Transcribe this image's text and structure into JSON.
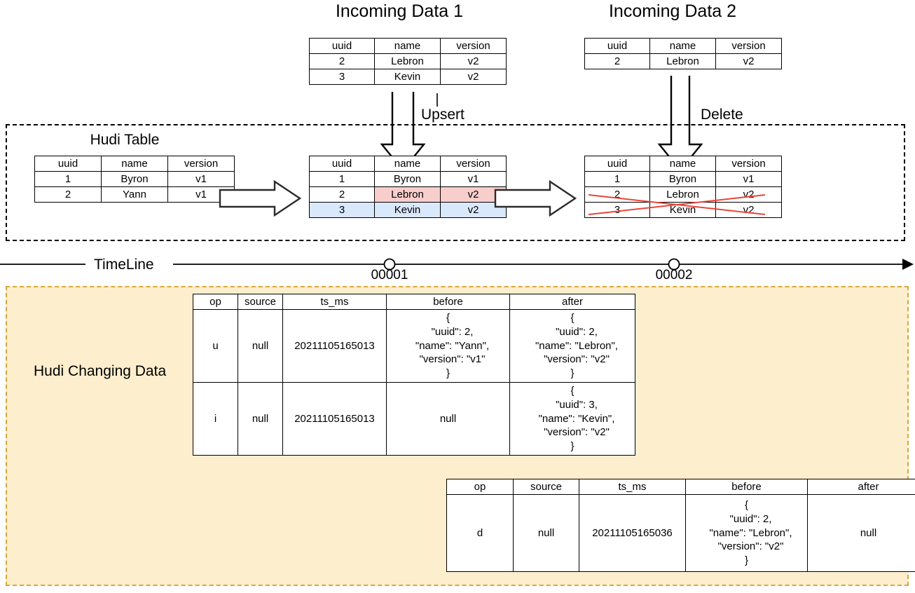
{
  "titles": {
    "incoming1": "Incoming Data 1",
    "incoming2": "Incoming Data 2",
    "hudi_table": "Hudi Table",
    "changing_data": "Hudi Changing Data",
    "timeline": "TimeLine"
  },
  "arrow_labels": {
    "upsert": "Upsert",
    "delete": "Delete"
  },
  "record_columns": [
    "uuid",
    "name",
    "version"
  ],
  "incoming1_rows": [
    [
      "2",
      "Lebron",
      "v2"
    ],
    [
      "3",
      "Kevin",
      "v2"
    ]
  ],
  "incoming2_rows": [
    [
      "2",
      "Lebron",
      "v2"
    ]
  ],
  "hudi_initial_rows": [
    [
      "1",
      "Byron",
      "v1"
    ],
    [
      "2",
      "Yann",
      "v1"
    ]
  ],
  "hudi_after_upsert_rows": [
    {
      "cells": [
        "1",
        "Byron",
        "v1"
      ],
      "highlight": [
        "none",
        "none",
        "none"
      ]
    },
    {
      "cells": [
        "2",
        "Lebron",
        "v2"
      ],
      "highlight": [
        "none",
        "red",
        "red"
      ]
    },
    {
      "cells": [
        "3",
        "Kevin",
        "v2"
      ],
      "highlight": [
        "blue",
        "blue",
        "blue"
      ]
    }
  ],
  "hudi_after_delete_rows": [
    {
      "cells": [
        "1",
        "Byron",
        "v1"
      ],
      "struck": false
    },
    {
      "cells": [
        "2",
        "Lebron",
        "v2"
      ],
      "struck": true
    },
    {
      "cells": [
        "3",
        "Kevin",
        "v2"
      ],
      "struck": false
    }
  ],
  "timeline": {
    "markers": [
      "00001",
      "00002"
    ]
  },
  "cdc_columns": [
    "op",
    "source",
    "ts_ms",
    "before",
    "after"
  ],
  "cdc_table_1": [
    {
      "op": "u",
      "source": "null",
      "ts_ms": "20211105165013",
      "before": {
        "open": "{",
        "lines": [
          "\"uuid\": 2,",
          "\"name\": \"Yann\",",
          "\"version\": \"v1\""
        ],
        "close": "}"
      },
      "after": {
        "open": "{",
        "lines": [
          "\"uuid\": 2,",
          "\"name\": \"Lebron\",",
          "\"version\": \"v2\""
        ],
        "close": "}"
      }
    },
    {
      "op": "i",
      "source": "null",
      "ts_ms": "20211105165013",
      "before_plain": "null",
      "after": {
        "open": "{",
        "lines": [
          "\"uuid\": 3,",
          "\"name\": \"Kevin\",",
          "\"version\": \"v2\""
        ],
        "close": "}"
      }
    }
  ],
  "cdc_table_2": [
    {
      "op": "d",
      "source": "null",
      "ts_ms": "20211105165036",
      "before": {
        "open": "{",
        "lines": [
          "\"uuid\": 2,",
          "\"name\": \"Lebron\",",
          "\"version\": \"v2\""
        ],
        "close": "}"
      },
      "after_plain": "null"
    }
  ],
  "colors": {
    "highlight_red": "#f8cecc",
    "highlight_blue": "#dae8fc",
    "panel_bg": "#fdeecd",
    "panel_border": "#d6a93b",
    "strike_red": "#e8453c",
    "stroke": "#000000"
  }
}
